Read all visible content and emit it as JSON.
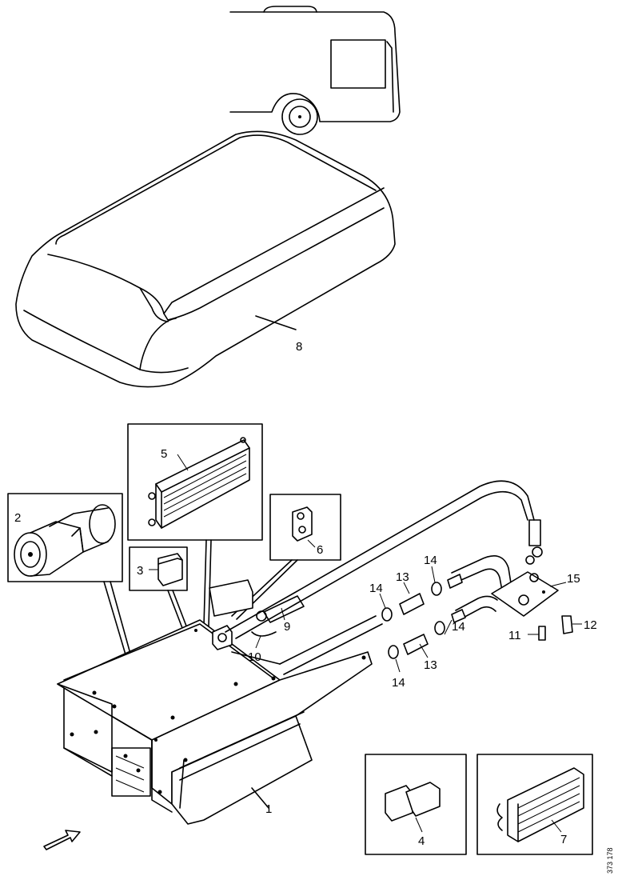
{
  "labels": {
    "l1": "1",
    "l2": "2",
    "l3": "3",
    "l4": "4",
    "l5": "5",
    "l6": "6",
    "l7": "7",
    "l8": "8",
    "l9": "9",
    "l10": "10",
    "l11": "11",
    "l12": "12",
    "l13a": "13",
    "l13b": "13",
    "l14a": "14",
    "l14b": "14",
    "l14c": "14",
    "l14d": "14",
    "l15": "15"
  },
  "drawing_code": "373 178"
}
